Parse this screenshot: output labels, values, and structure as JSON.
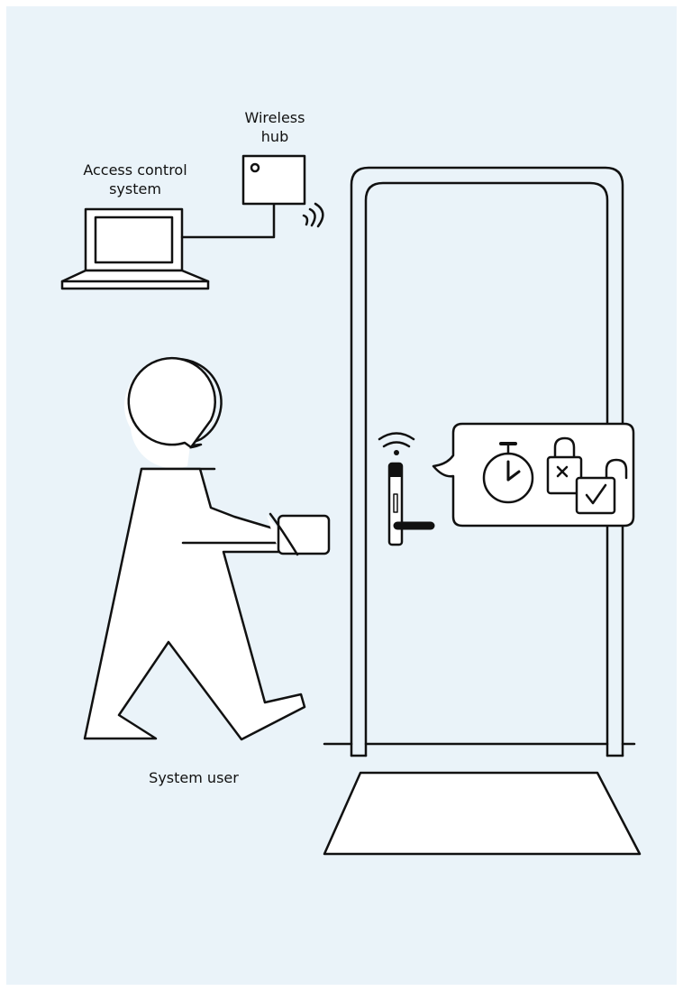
{
  "labels": {
    "hub": [
      "Wireless",
      "hub"
    ],
    "access_control": [
      "Access control",
      "system"
    ],
    "user": "System user"
  },
  "colors": {
    "background": "#eaf3f9",
    "stroke": "#111111",
    "fill": "#ffffff"
  },
  "icons": [
    "laptop-icon",
    "wireless-hub-icon",
    "wireless-signal-icon",
    "person-icon",
    "key-card-icon",
    "door-icon",
    "lock-handle-icon",
    "stopwatch-icon",
    "locked-padlock-icon",
    "unlocked-padlock-icon",
    "checkmark-icon",
    "floor-mat-icon"
  ]
}
